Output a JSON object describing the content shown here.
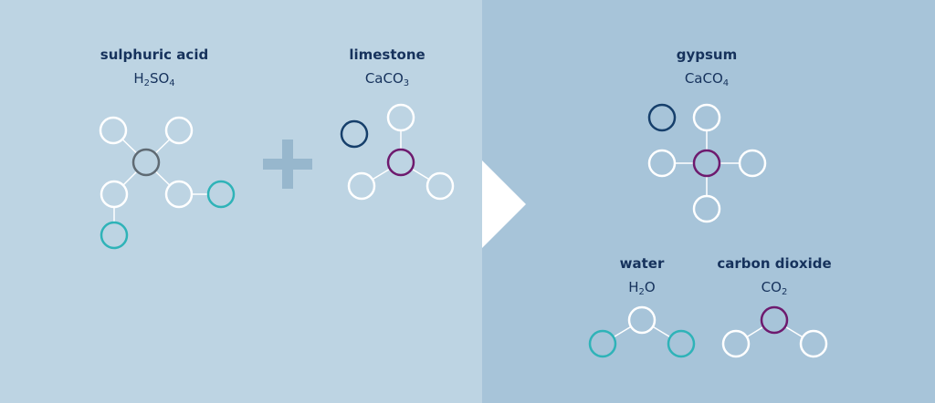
{
  "colors": {
    "panel_left": "#bdd4e3",
    "panel_right": "#a7c4d9",
    "plus": "#97b7cd",
    "bond": "#ffffff",
    "atom_white": "#ffffff",
    "atom_grey": "#5f6a73",
    "atom_teal": "#2fb3b8",
    "atom_navy": "#163f6b",
    "atom_purple": "#6e1a6e",
    "text": "#16325c"
  },
  "reactants": [
    {
      "name": "sulphuric acid",
      "formula": [
        [
          "H",
          ""
        ],
        [
          "2",
          "sub"
        ],
        [
          "SO",
          ""
        ],
        [
          "4",
          "sub"
        ]
      ]
    },
    {
      "name": "limestone",
      "formula": [
        [
          "CaCO",
          ""
        ],
        [
          "3",
          "sub"
        ]
      ]
    }
  ],
  "products": [
    {
      "name": "gypsum",
      "formula": [
        [
          "CaCO",
          ""
        ],
        [
          "4",
          "sub"
        ]
      ]
    },
    {
      "name": "water",
      "formula": [
        [
          "H",
          ""
        ],
        [
          "2",
          "sub"
        ],
        [
          "O",
          ""
        ]
      ]
    },
    {
      "name": "carbon dioxide",
      "formula": [
        [
          "CO",
          ""
        ],
        [
          "2",
          "sub"
        ]
      ]
    }
  ],
  "molecules": {
    "sulphuric_acid": {
      "atoms": [
        {
          "id": "s",
          "element": "grey"
        },
        {
          "id": "o1",
          "element": "white"
        },
        {
          "id": "o2",
          "element": "white"
        },
        {
          "id": "o3",
          "element": "white"
        },
        {
          "id": "o4",
          "element": "white"
        },
        {
          "id": "h1",
          "element": "teal"
        },
        {
          "id": "h2",
          "element": "teal"
        }
      ],
      "bonds": [
        [
          "s",
          "o1"
        ],
        [
          "s",
          "o2"
        ],
        [
          "s",
          "o3"
        ],
        [
          "s",
          "o4"
        ],
        [
          "o3",
          "h1"
        ],
        [
          "o4",
          "h2"
        ]
      ]
    },
    "limestone": {
      "atoms": [
        {
          "id": "ca",
          "element": "navy"
        },
        {
          "id": "c",
          "element": "purple"
        },
        {
          "id": "o1",
          "element": "white"
        },
        {
          "id": "o2",
          "element": "white"
        },
        {
          "id": "o3",
          "element": "white"
        }
      ],
      "bonds": [
        [
          "c",
          "o1"
        ],
        [
          "c",
          "o2"
        ],
        [
          "c",
          "o3"
        ]
      ]
    },
    "gypsum": {
      "atoms": [
        {
          "id": "ca",
          "element": "navy"
        },
        {
          "id": "c",
          "element": "purple"
        },
        {
          "id": "o1",
          "element": "white"
        },
        {
          "id": "o2",
          "element": "white"
        },
        {
          "id": "o3",
          "element": "white"
        },
        {
          "id": "o4",
          "element": "white"
        }
      ],
      "bonds": [
        [
          "c",
          "o1"
        ],
        [
          "c",
          "o2"
        ],
        [
          "c",
          "o3"
        ],
        [
          "c",
          "o4"
        ]
      ]
    },
    "water": {
      "atoms": [
        {
          "id": "o",
          "element": "white"
        },
        {
          "id": "h1",
          "element": "teal"
        },
        {
          "id": "h2",
          "element": "teal"
        }
      ],
      "bonds": [
        [
          "o",
          "h1"
        ],
        [
          "o",
          "h2"
        ]
      ]
    },
    "carbon_dioxide": {
      "atoms": [
        {
          "id": "c",
          "element": "purple"
        },
        {
          "id": "o1",
          "element": "white"
        },
        {
          "id": "o2",
          "element": "white"
        }
      ],
      "bonds": [
        [
          "c",
          "o1"
        ],
        [
          "c",
          "o2"
        ]
      ]
    }
  }
}
